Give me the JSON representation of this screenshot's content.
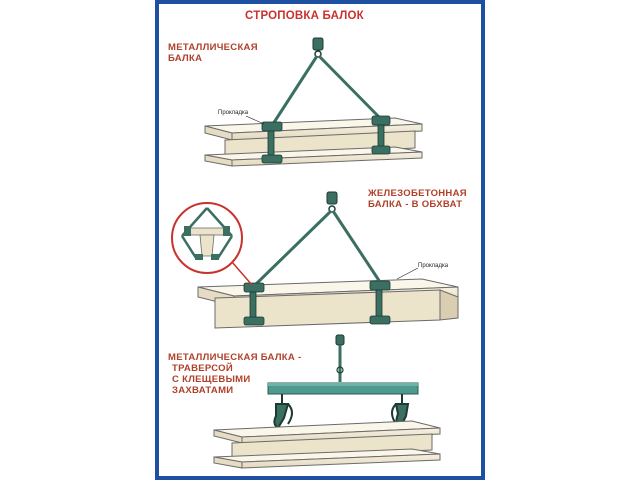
{
  "title": "СТРОПОВКА БАЛОК",
  "sections": [
    {
      "heading_lines": [
        "МЕТАЛЛИЧЕСКАЯ",
        "БАЛКА"
      ],
      "pad_label": "Прокладка"
    },
    {
      "heading_lines": [
        "ЖЕЛЕЗОБЕТОННАЯ",
        "БАЛКА - В ОБХВАТ"
      ],
      "pad_label": "Прокладка"
    },
    {
      "heading_lines": [
        "МЕТАЛЛИЧЕСКАЯ БАЛКА -",
        "ТРАВЕРСОЙ",
        "С КЛЕЩЕВЫМИ",
        "ЗАХВАТАМИ"
      ]
    }
  ],
  "colors": {
    "frame": "#1f4fa0",
    "title": "#c8332d",
    "heading": "#b0402a",
    "sling": "#3a6f62",
    "traverse": "#4f9a8e",
    "beam_fill": "#f3ecd9",
    "beam_edge": "#6b6b6b",
    "callout": "#c8332d"
  }
}
